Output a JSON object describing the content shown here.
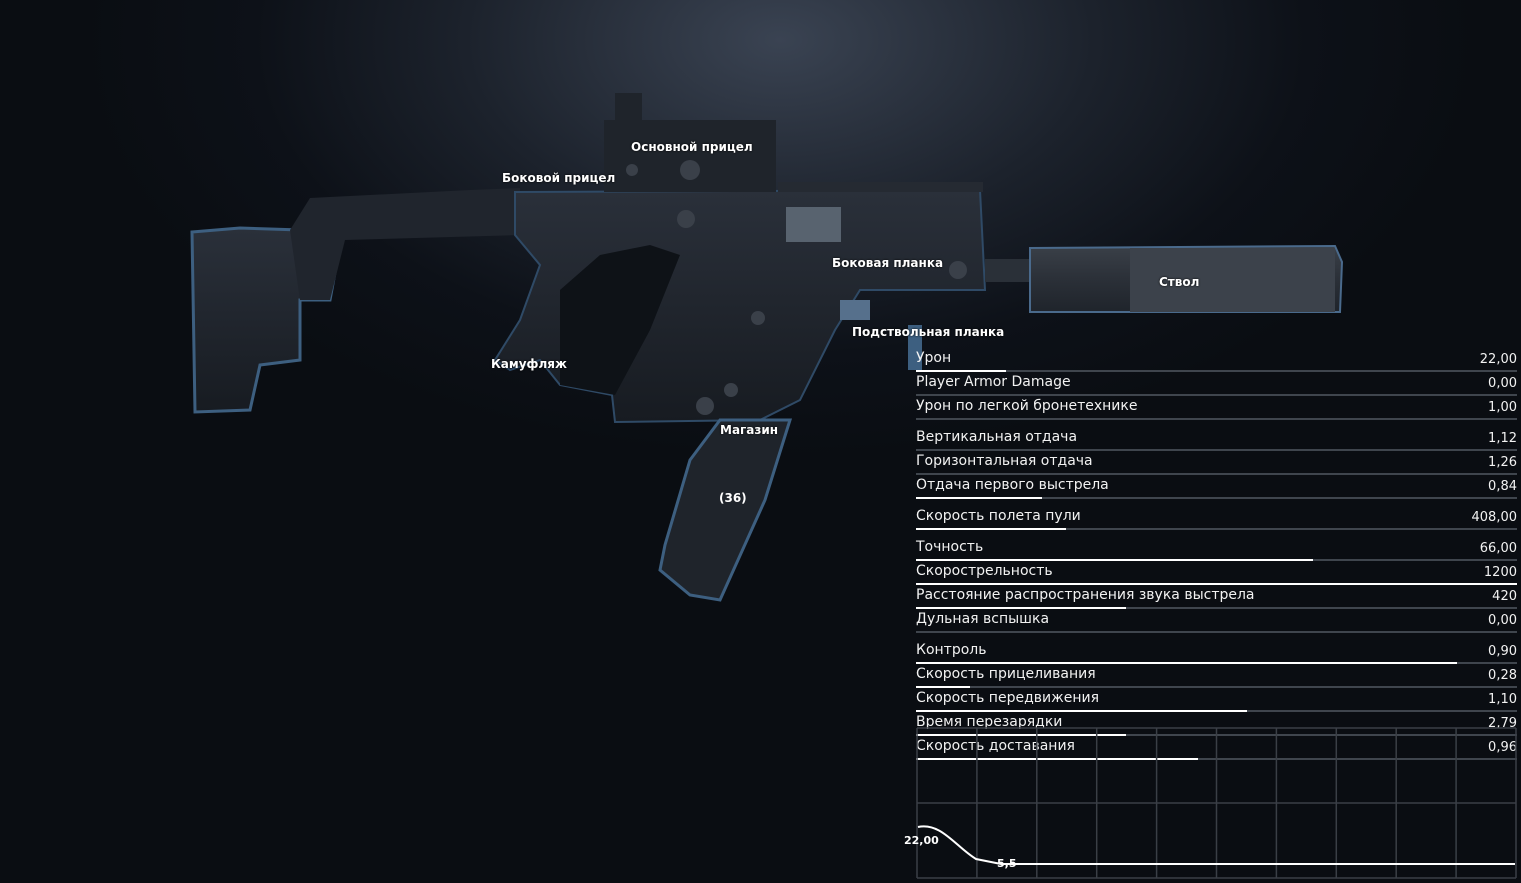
{
  "slots": {
    "main_sight": "Основной прицел",
    "side_sight": "Боковой прицел",
    "side_rail": "Боковая планка",
    "barrel": "Ствол",
    "underbarrel": "Подствольная планка",
    "camo": "Камуфляж",
    "magazine": "Магазин",
    "magazine_capacity": "(36)"
  },
  "stats": [
    {
      "name": "Урон",
      "value": "22,00",
      "fill": 0.15
    },
    {
      "name": "Player Armor Damage",
      "value": "0,00",
      "fill": 0.0
    },
    {
      "name": "Урон по легкой бронетехнике",
      "value": "1,00",
      "fill": 0.0
    },
    {
      "name": "Вертикальная отдача",
      "value": "1,12",
      "fill": 0.0
    },
    {
      "name": "Горизонтальная отдача",
      "value": "1,26",
      "fill": 0.0
    },
    {
      "name": "Отдача первого выстрела",
      "value": "0,84",
      "fill": 0.21
    },
    {
      "name": "Скорость полета пули",
      "value": "408,00",
      "fill": 0.25
    },
    {
      "name": "Точность",
      "value": "66,00",
      "fill": 0.66
    },
    {
      "name": "Скорострельность",
      "value": "1200",
      "fill": 1.0
    },
    {
      "name": "Расстояние распространения звука выстрела",
      "value": "420",
      "fill": 0.35
    },
    {
      "name": "Дульная вспышка",
      "value": "0,00",
      "fill": 0.0
    },
    {
      "name": "Контроль",
      "value": "0,90",
      "fill": 0.9
    },
    {
      "name": "Скорость прицеливания",
      "value": "0,28",
      "fill": 0.09
    },
    {
      "name": "Скорость передвижения",
      "value": "1,10",
      "fill": 0.55
    },
    {
      "name": "Время перезарядки",
      "value": "2,79",
      "fill": 0.35
    },
    {
      "name": "Скорость доставания",
      "value": "0,96",
      "fill": 0.47
    }
  ],
  "damage_graph": {
    "start_value": "22,00",
    "end_value": "5,5",
    "columns": 10,
    "rows": 2
  },
  "colors": {
    "background": "#0d1118",
    "gun_body": "#1e232b",
    "gun_highlight": "#4a6a8c",
    "stat_bar": "#ffffff",
    "stat_track": "#3f454d"
  }
}
